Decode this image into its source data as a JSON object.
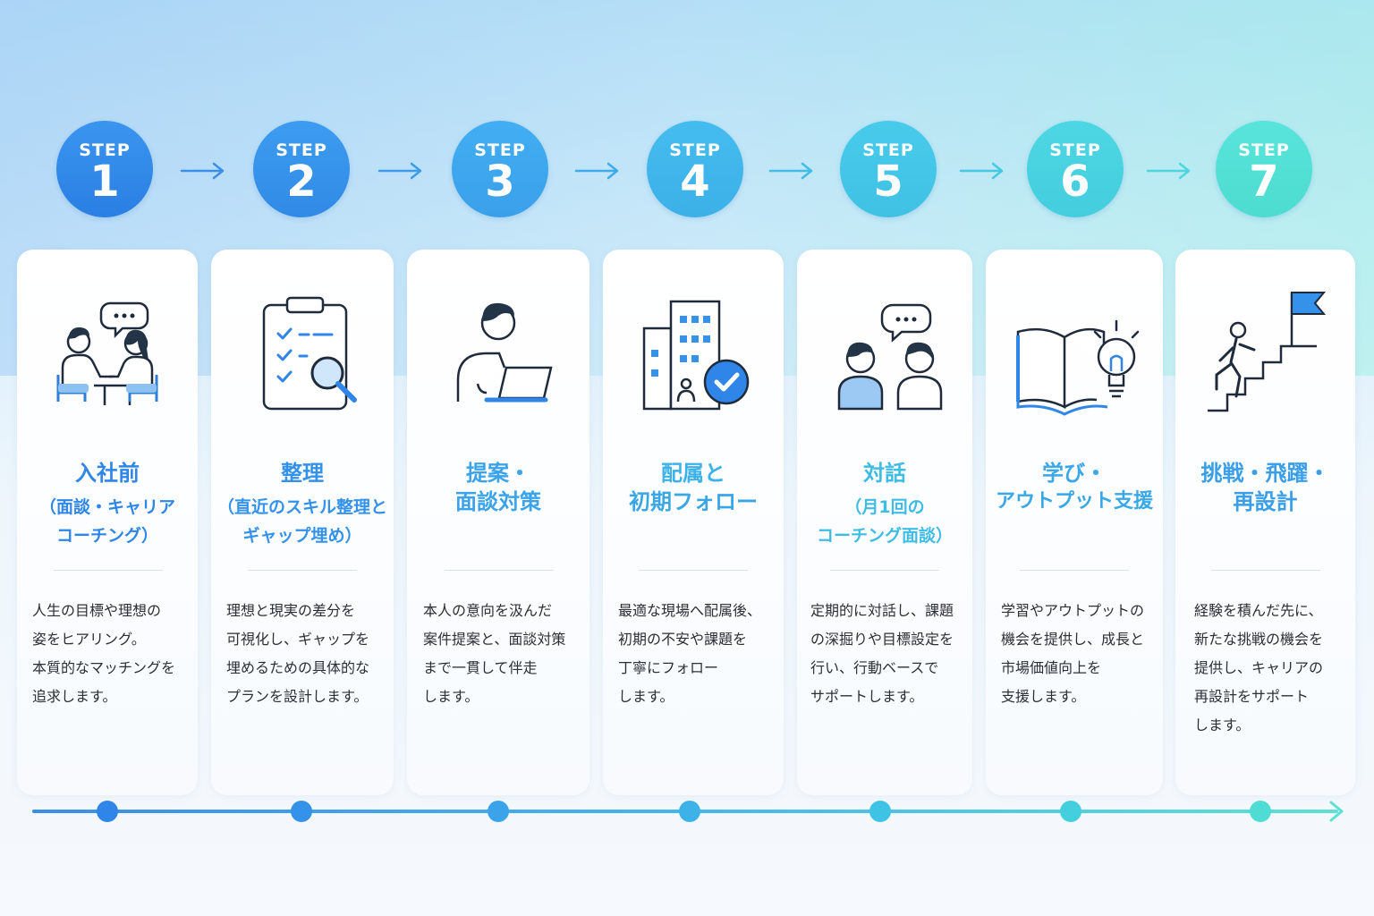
{
  "step_word": "STEP",
  "steps": [
    {
      "num": "1",
      "title": "入社前",
      "sub": [
        "（面談・キャリア",
        "コーチング）"
      ],
      "desc": [
        "人生の目標や理想の",
        "姿をヒアリング。",
        "本質的なマッチングを",
        "追求します。"
      ],
      "color": "#2f86e8",
      "icon": "interview-people-icon"
    },
    {
      "num": "2",
      "title": "整理",
      "sub": [
        "（直近のスキル整理と",
        "ギャップ埋め）"
      ],
      "desc": [
        "理想と現実の差分を",
        "可視化し、ギャップを",
        "埋めるための具体的な",
        "プランを設計します。"
      ],
      "color": "#3592ea",
      "icon": "clipboard-search-icon"
    },
    {
      "num": "3",
      "title": "提案・",
      "sub": [
        "面談対策"
      ],
      "desc": [
        "本人の意向を汲んだ",
        "案件提案と、面談対策",
        "まで一貫して伴走",
        "します。"
      ],
      "color": "#3aa3ea",
      "icon": "person-laptop-icon"
    },
    {
      "num": "4",
      "title": "配属と",
      "sub": [
        "初期フォロー"
      ],
      "desc": [
        "最適な現場へ配属後、",
        "初期の不安や課題を",
        "丁寧にフォロー",
        "します。"
      ],
      "color": "#3db2e8",
      "icon": "building-check-icon"
    },
    {
      "num": "5",
      "title": "対話",
      "sub": [
        "（月1回の",
        "コーチング面談）"
      ],
      "desc": [
        "定期的に対話し、課題",
        "の深掘りや目標設定を",
        "行い、行動ベースで",
        "サポートします。"
      ],
      "color": "#3fc3e4",
      "icon": "dialogue-people-icon"
    },
    {
      "num": "6",
      "title": "学び・",
      "sub": [
        "アウトプット支援"
      ],
      "desc": [
        "学習やアウトプットの",
        "機会を提供し、成長と",
        "市場価値向上を",
        "支援します。"
      ],
      "color": "#44cfdf",
      "icon": "book-lightbulb-icon"
    },
    {
      "num": "7",
      "title": "挑戦・飛躍・",
      "sub": [
        "再設計"
      ],
      "desc": [
        "経験を積んだ先に、",
        "新たな挑戦の機会を",
        "提供し、キャリアの",
        "再設計をサポート",
        "します。"
      ],
      "color": "#4fdcd2",
      "icon": "stairs-flag-icon"
    }
  ]
}
